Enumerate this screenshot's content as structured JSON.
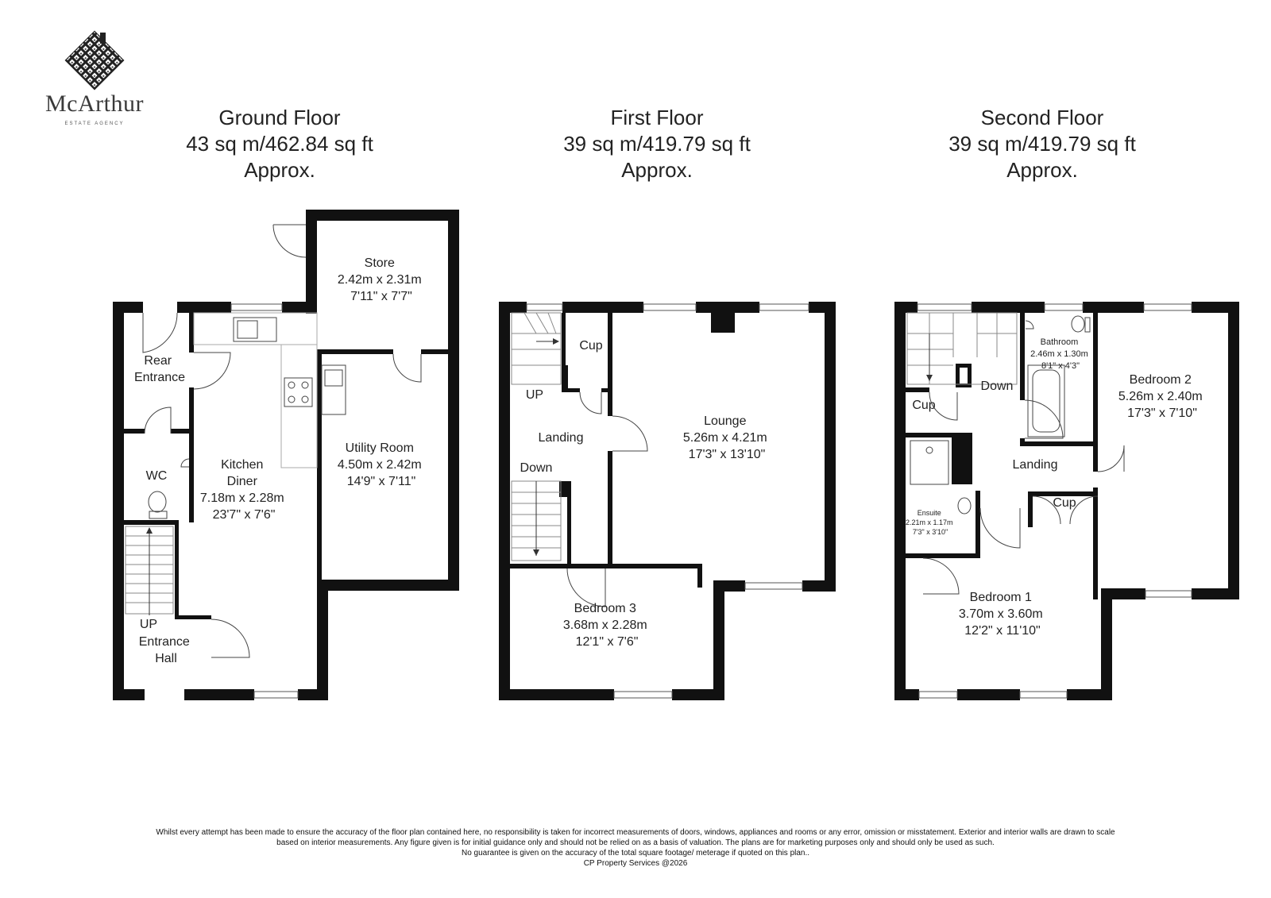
{
  "brand": {
    "name": "McArthur",
    "tagline": "ESTATE AGENCY"
  },
  "floors": [
    {
      "title": "Ground Floor",
      "area": "43 sq m/462.84 sq ft",
      "approx": "Approx."
    },
    {
      "title": "First Floor",
      "area": "39 sq m/419.79 sq ft",
      "approx": "Approx."
    },
    {
      "title": "Second Floor",
      "area": "39 sq m/419.79 sq ft",
      "approx": "Approx."
    }
  ],
  "rooms": {
    "store": [
      "Store",
      "2.42m x 2.31m",
      "7'11\" x 7'7\""
    ],
    "rear_entrance": [
      "Rear",
      "Entrance"
    ],
    "wc": [
      "WC"
    ],
    "kitchen": [
      "Kitchen",
      "Diner",
      "7.18m x 2.28m",
      "23'7\" x 7'6\""
    ],
    "utility": [
      "Utility Room",
      "4.50m x 2.42m",
      "14'9\" x 7'11\""
    ],
    "ground_up": [
      "UP"
    ],
    "entrance_hall": [
      "Entrance",
      "Hall"
    ],
    "first_cup": [
      "Cup"
    ],
    "first_up": [
      "UP"
    ],
    "first_landing": [
      "Landing"
    ],
    "first_down": [
      "Down"
    ],
    "lounge": [
      "Lounge",
      "5.26m x 4.21m",
      "17'3\" x 13'10\""
    ],
    "bedroom3": [
      "Bedroom 3",
      "3.68m x 2.28m",
      "12'1\" x 7'6\""
    ],
    "bathroom": [
      "Bathroom",
      "2.46m x 1.30m",
      "8'1\" x 4'3\""
    ],
    "second_down": [
      "Down"
    ],
    "second_cup_left": [
      "Cup"
    ],
    "bedroom2": [
      "Bedroom 2",
      "5.26m x 2.40m",
      "17'3\" x 7'10\""
    ],
    "second_landing": [
      "Landing"
    ],
    "second_cup_right": [
      "Cup"
    ],
    "ensuite": [
      "Ensuite",
      "2.21m x 1.17m",
      "7'3\" x 3'10\""
    ],
    "bedroom1": [
      "Bedroom 1",
      "3.70m x 3.60m",
      "12'2\" x 11'10\""
    ]
  },
  "disclaimer": [
    "Whilst every attempt has been made to ensure the accuracy of the floor plan contained here, no responsibility is taken for incorrect measurements of doors, windows, appliances and rooms or any error, omission or misstatement. Exterior and interior walls are drawn to scale",
    "based on interior measurements. Any figure given is for initial guidance only and should not be relied on as a basis of valuation. The plans are for marketing purposes only and should only be used as such.",
    "No guarantee is given on the accuracy of the total square footage/ meterage if quoted on this plan..",
    "CP Property Services @2026"
  ]
}
